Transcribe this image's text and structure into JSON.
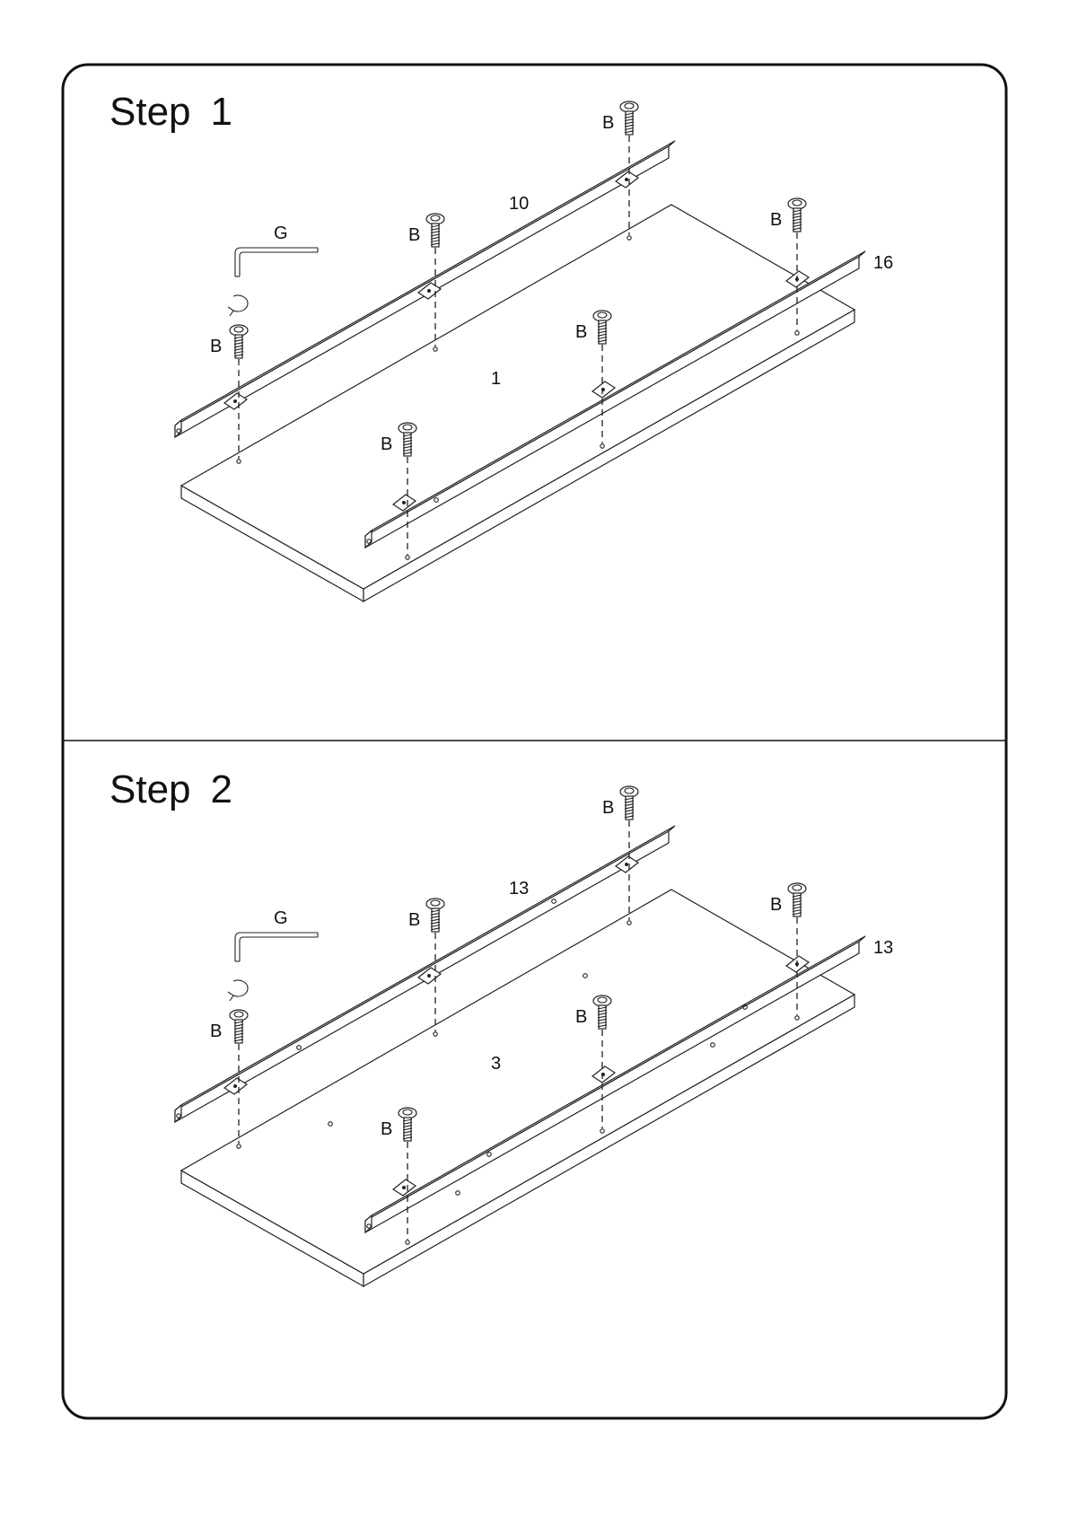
{
  "steps": [
    {
      "title_word": "Step",
      "title_number": "1",
      "tool_label": "G",
      "screw_label": "B",
      "panel_label": "1",
      "rail_top_label": "10",
      "rail_bottom_label": "16"
    },
    {
      "title_word": "Step",
      "title_number": "2",
      "tool_label": "G",
      "screw_label": "B",
      "panel_label": "3",
      "rail_top_label": "13",
      "rail_bottom_label": "13"
    }
  ],
  "icons": {
    "tool": "allen-key-icon",
    "rotate": "rotate-clockwise-icon",
    "screw": "screw-icon"
  }
}
